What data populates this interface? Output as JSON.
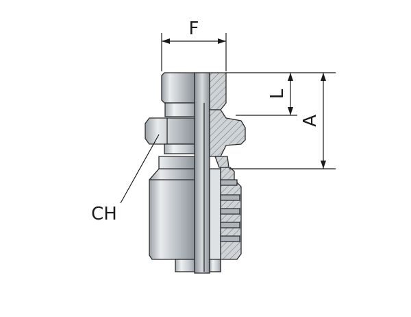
{
  "labels": {
    "F": "F",
    "L": "L",
    "A": "A",
    "CH": "CH"
  },
  "colors": {
    "line": "#1a1a1a",
    "metal_light": "#e6e8ea",
    "metal_mid": "#b9bec3",
    "metal_dark": "#8f969c",
    "section_fill": "#c9cdd1"
  }
}
